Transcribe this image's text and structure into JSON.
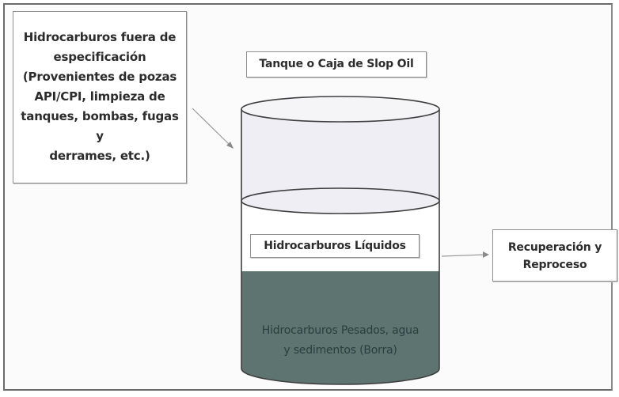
{
  "source": {
    "lines": [
      "Hidrocarburos fuera de",
      "especificación",
      "(Provenientes de pozas",
      "API/CPI, limpieza de",
      "tanques, bombas, fugas y",
      "derrames, etc.)"
    ]
  },
  "tank": {
    "title": "Tanque o Caja de Slop Oil",
    "liquid_label": "Hidrocarburos Líquidos",
    "sludge_lines": [
      "Hidrocarburos Pesados, agua",
      "y sedimentos (Borra)"
    ]
  },
  "output": {
    "lines": [
      "Recuperación y",
      "Reproceso"
    ]
  },
  "colors": {
    "empty_zone": "#eeeef4",
    "liquid_zone": "#ffffff",
    "sludge_zone": "#5e7470",
    "outline": "#3f3f3f",
    "arrow": "#9a9a9a"
  }
}
